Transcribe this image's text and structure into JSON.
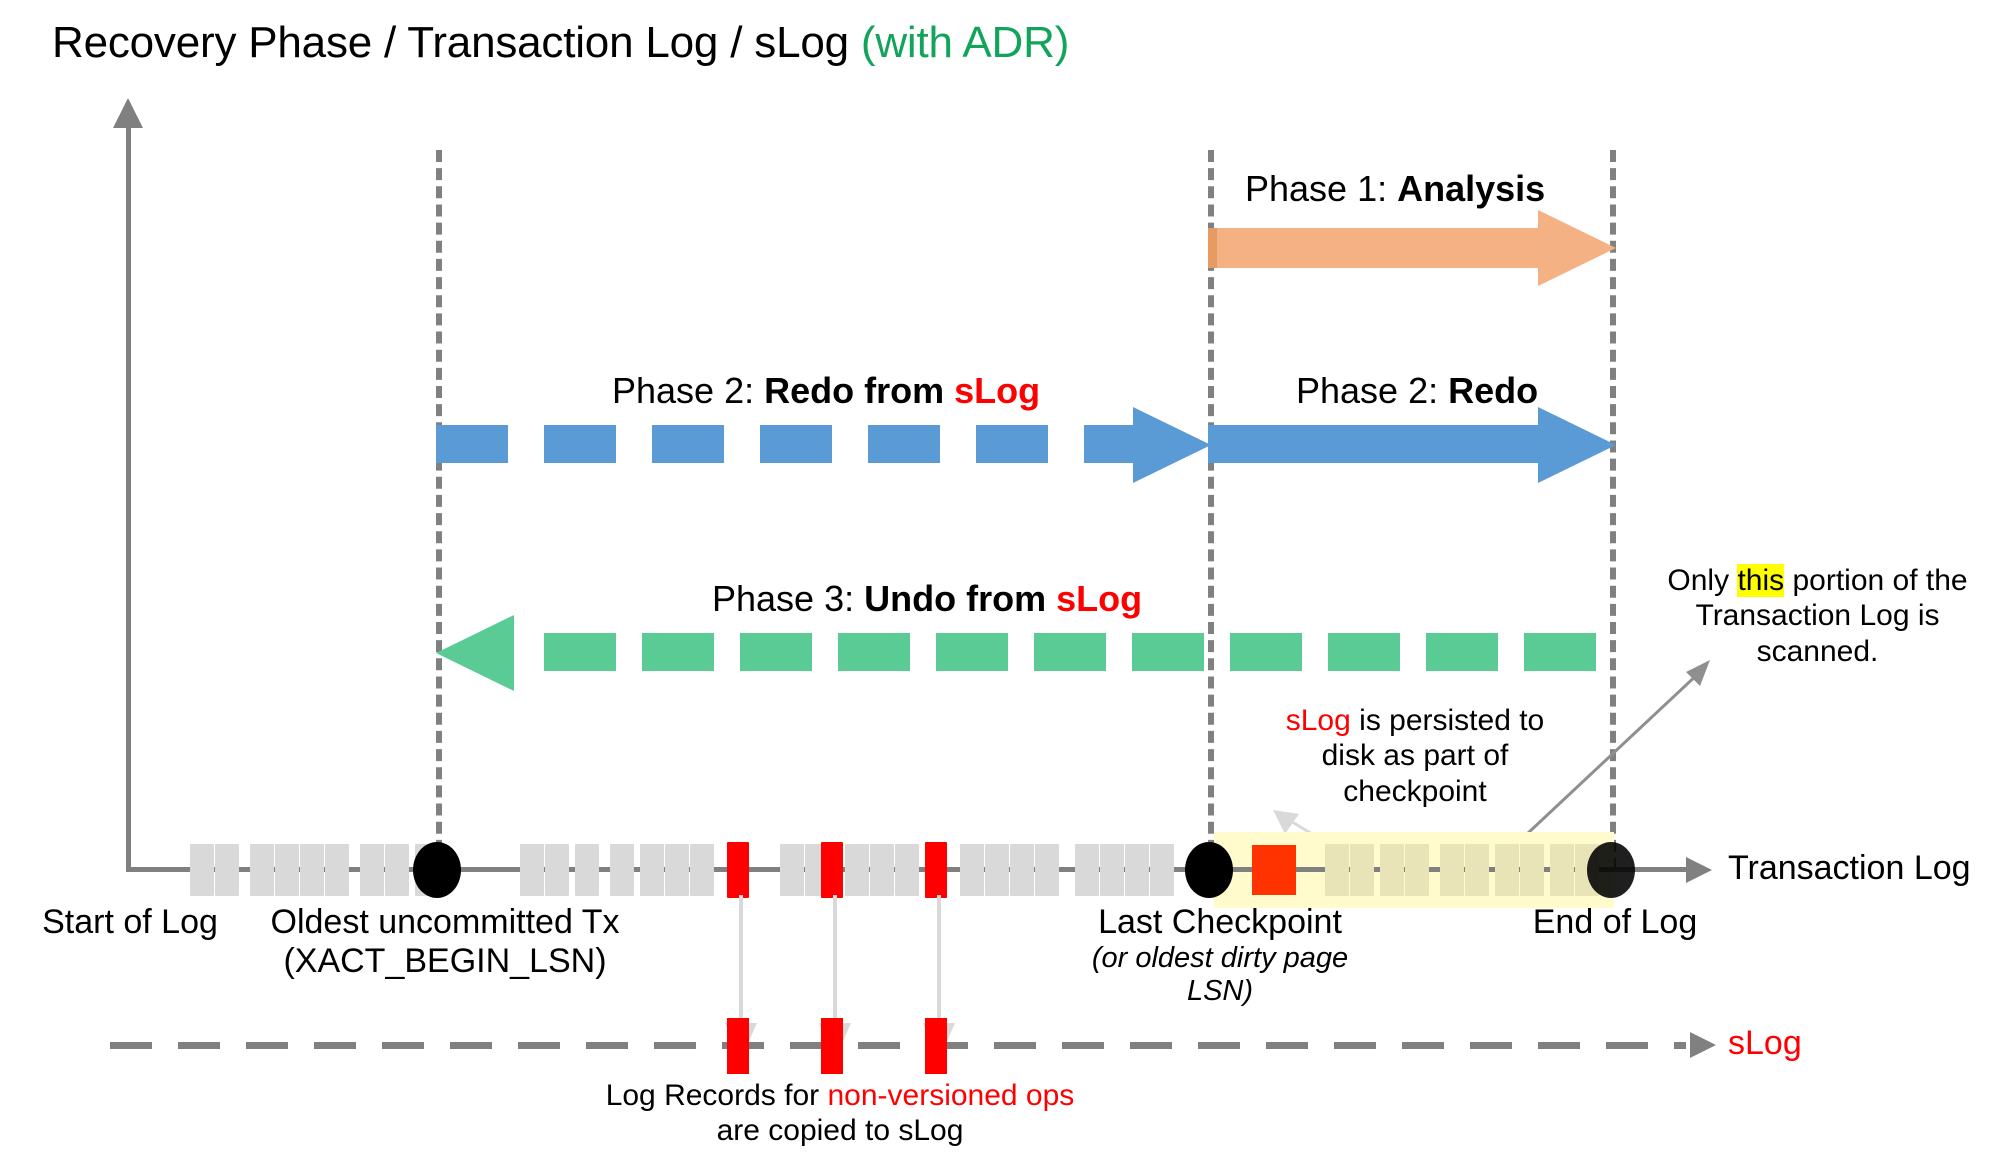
{
  "title": {
    "main": "Recovery Phase / Transaction Log / sLog ",
    "suffix": "(with ADR)"
  },
  "colors": {
    "analysis_arrow": "#F4B183",
    "redo_arrow": "#5B9BD5",
    "undo_arrow": "#5ACB95",
    "axis_gray": "#808080",
    "tick_gray": "#D9D9D9",
    "tick_red": "#FF0000",
    "checkpoint_block": "#FF3300",
    "highlight_band": "#FFFBCC",
    "accent_green": "#12A45A",
    "accent_red": "#FF0000",
    "highlight_yellow": "#FFFF00"
  },
  "phases": {
    "analysis": {
      "prefix": "Phase 1: ",
      "name": "Analysis"
    },
    "redo_from_slog": {
      "prefix": "Phase 2: ",
      "name": "Redo from ",
      "accent": "sLog"
    },
    "redo": {
      "prefix": "Phase 2: ",
      "name": "Redo"
    },
    "undo_from_slog": {
      "prefix": "Phase 3: ",
      "name": "Undo from ",
      "accent": "sLog"
    }
  },
  "timeline": {
    "axis_label": "Transaction Log",
    "slog_label": "sLog",
    "markers": [
      {
        "name": "start-of-log",
        "label": "Start of Log",
        "sub": ""
      },
      {
        "name": "oldest-uncommitted-tx",
        "label": "Oldest uncommitted Tx",
        "sub": "(XACT_BEGIN_LSN)"
      },
      {
        "name": "last-checkpoint",
        "label": "Last Checkpoint",
        "sub": "(or oldest dirty page",
        "sub2": "LSN)"
      },
      {
        "name": "end-of-log",
        "label": "End of Log",
        "sub": ""
      }
    ]
  },
  "annotations": {
    "scanned_portion": {
      "line1_a": "Only ",
      "line1_hl": "this",
      "line1_b": " portion of the",
      "line2": "Transaction Log is scanned."
    },
    "slog_checkpoint": {
      "accent": "sLog",
      "line1_rest": " is persisted to",
      "line2": "disk as part of",
      "line3": "checkpoint"
    },
    "non_versioned": {
      "line1_a": "Log Records for ",
      "line1_accent": "non-versioned ops",
      "line2": "are copied to sLog"
    }
  }
}
